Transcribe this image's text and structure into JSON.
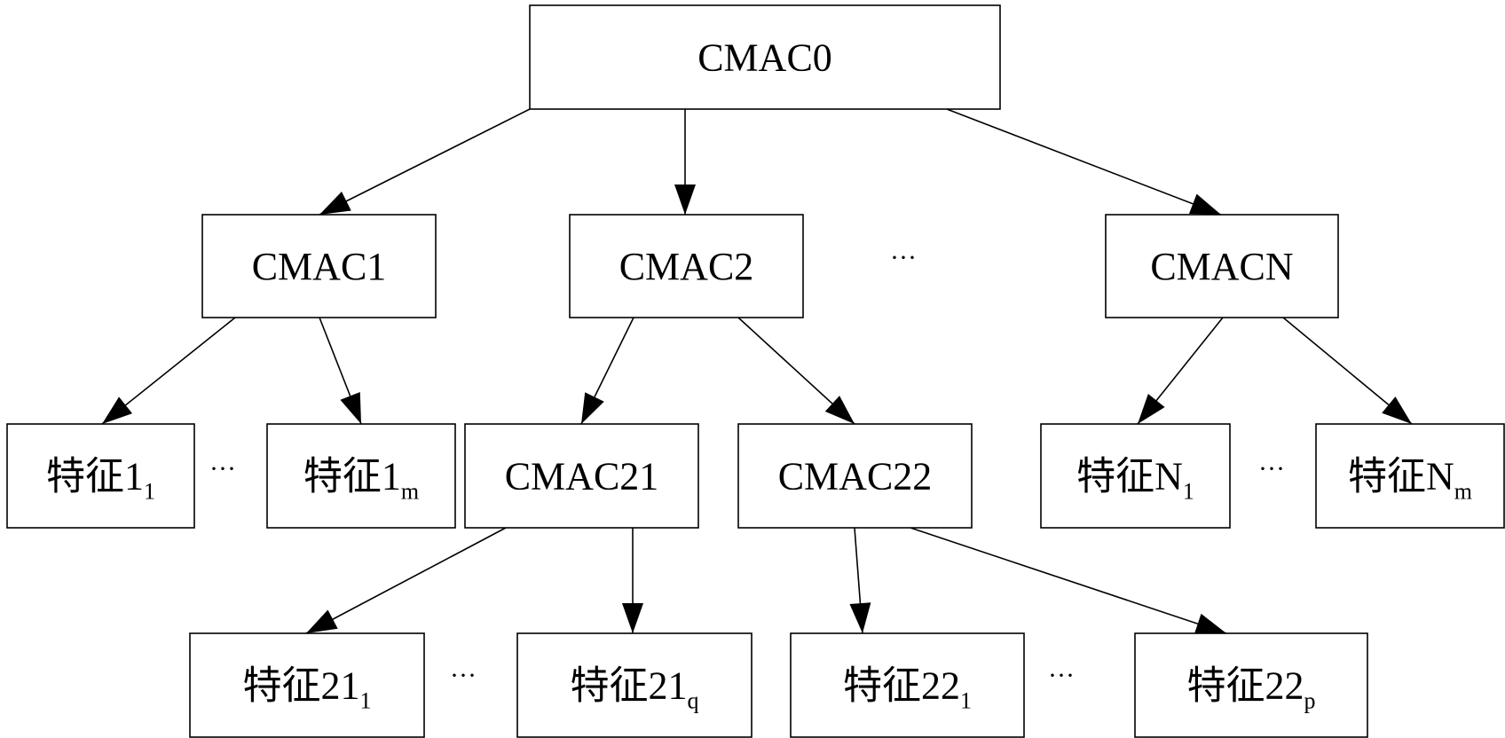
{
  "nodes": {
    "cmac0": {
      "main": "CMAC0",
      "sub": ""
    },
    "cmac1": {
      "main": "CMAC1",
      "sub": ""
    },
    "cmac2": {
      "main": "CMAC2",
      "sub": ""
    },
    "cmacn": {
      "main": "CMACN",
      "sub": ""
    },
    "f1_1": {
      "main": "特征1",
      "sub": "1"
    },
    "f1_m": {
      "main": "特征1",
      "sub": "m"
    },
    "cmac21": {
      "main": "CMAC21",
      "sub": ""
    },
    "cmac22": {
      "main": "CMAC22",
      "sub": ""
    },
    "fn_1": {
      "main": "特征N",
      "sub": "1"
    },
    "fn_m": {
      "main": "特征N",
      "sub": "m"
    },
    "f21_1": {
      "main": "特征21",
      "sub": "1"
    },
    "f21_q": {
      "main": "特征21",
      "sub": "q"
    },
    "f22_1": {
      "main": "特征22",
      "sub": "1"
    },
    "f22_p": {
      "main": "特征22",
      "sub": "p"
    }
  },
  "edges": [
    [
      "cmac0",
      "cmac1"
    ],
    [
      "cmac0",
      "cmac2"
    ],
    [
      "cmac0",
      "cmacn"
    ],
    [
      "cmac1",
      "f1_1"
    ],
    [
      "cmac1",
      "f1_m"
    ],
    [
      "cmac2",
      "cmac21"
    ],
    [
      "cmac2",
      "cmac22"
    ],
    [
      "cmacn",
      "fn_1"
    ],
    [
      "cmacn",
      "fn_m"
    ],
    [
      "cmac21",
      "f21_1"
    ],
    [
      "cmac21",
      "f21_q"
    ],
    [
      "cmac22",
      "f22_1"
    ],
    [
      "cmac22",
      "f22_p"
    ]
  ],
  "ellipsis": {
    "level1": "···",
    "level2_left": "···",
    "level2_right": "···",
    "level3_left": "···",
    "level3_right": "···"
  }
}
